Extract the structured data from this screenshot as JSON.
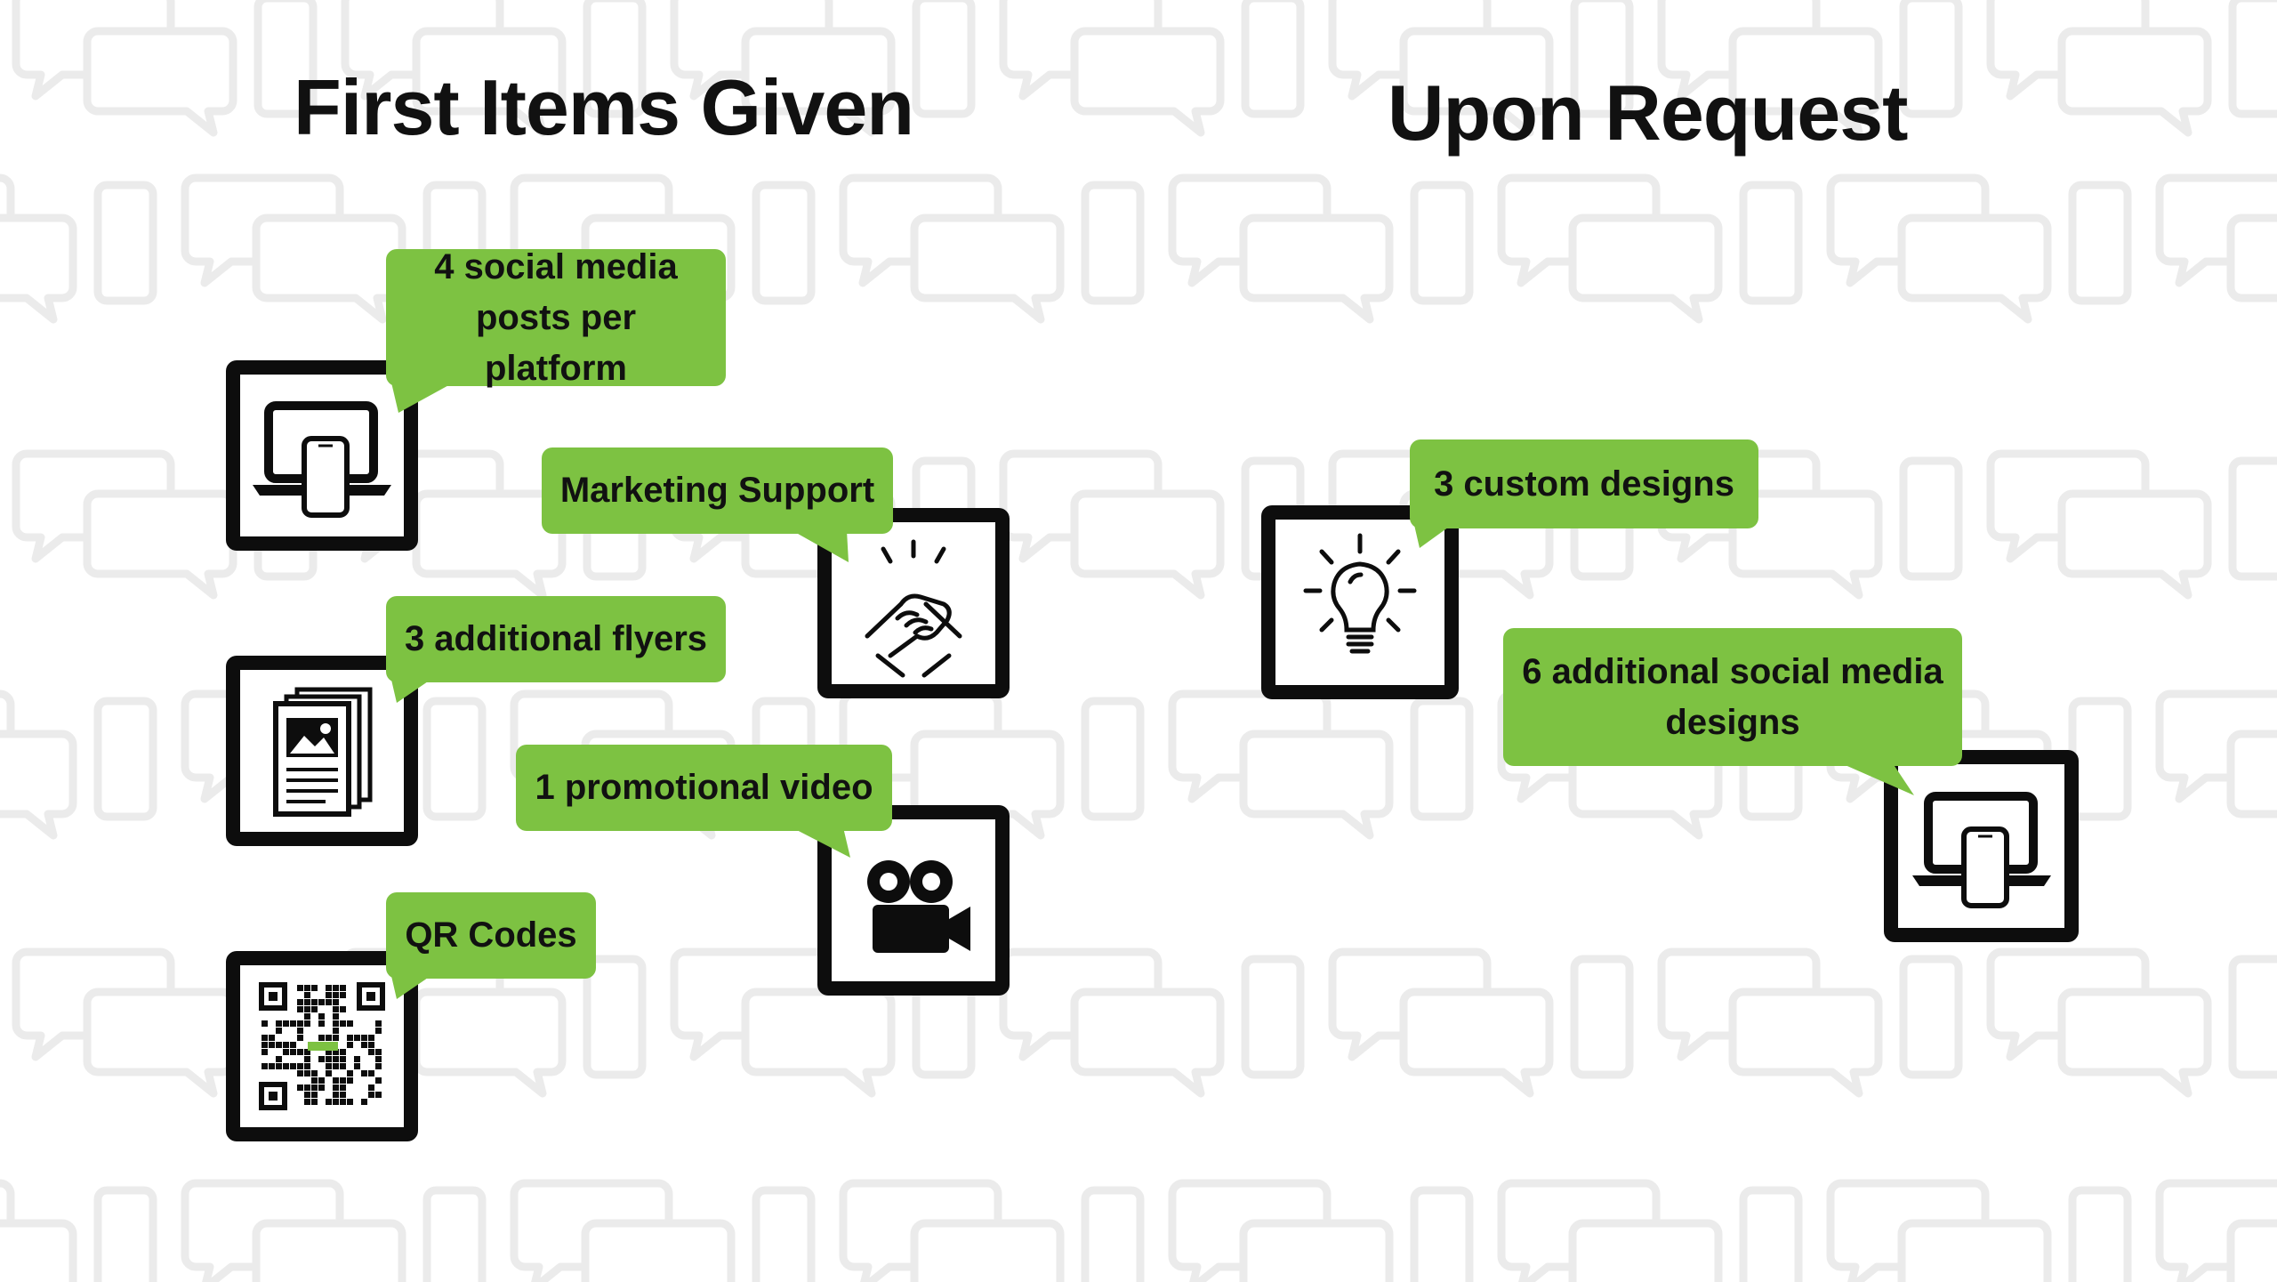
{
  "left_section": {
    "heading": "First Items Given",
    "items": [
      {
        "label": "4 social media posts per platform",
        "icon": "laptop-phone-icon"
      },
      {
        "label": "Marketing Support",
        "icon": "handshake-icon"
      },
      {
        "label": "3 additional flyers",
        "icon": "flyer-document-icon"
      },
      {
        "label": "1 promotional video",
        "icon": "video-camera-icon"
      },
      {
        "label": "QR Codes",
        "icon": "qr-code-icon"
      }
    ]
  },
  "right_section": {
    "heading": "Upon Request",
    "items": [
      {
        "label": "3 custom designs",
        "icon": "lightbulb-icon"
      },
      {
        "label": "6 additional social media designs",
        "icon": "laptop-phone-icon"
      }
    ]
  },
  "colors": {
    "bubble_green": "#7dc242",
    "icon_black": "#0d0d0d",
    "background_pattern": "#ebebeb"
  }
}
